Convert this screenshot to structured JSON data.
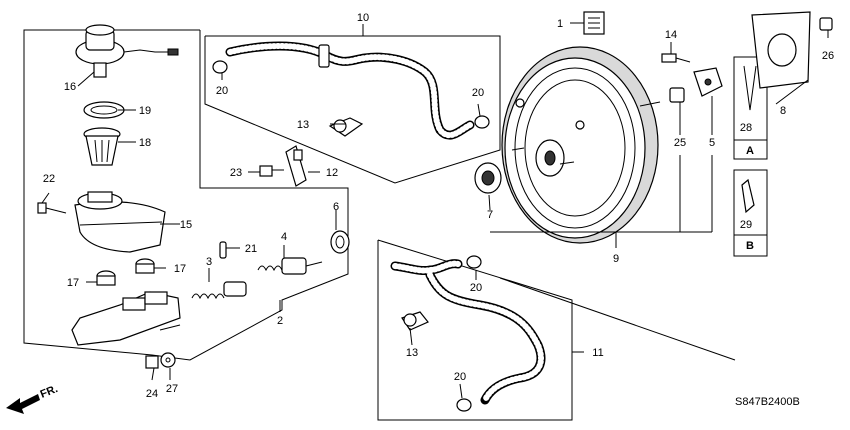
{
  "diagram_code": "S847B2400B",
  "front_arrow_label": "FR.",
  "key_letters": {
    "a": "A",
    "b": "B"
  },
  "callouts": {
    "c1": "1",
    "c2": "2",
    "c3": "3",
    "c4": "4",
    "c5": "5",
    "c6": "6",
    "c7": "7",
    "c8": "8",
    "c9": "9",
    "c10": "10",
    "c11": "11",
    "c12": "12",
    "c13a": "13",
    "c13b": "13",
    "c14": "14",
    "c15": "15",
    "c16": "16",
    "c17a": "17",
    "c17b": "17",
    "c18": "18",
    "c19": "19",
    "c20a": "20",
    "c20b": "20",
    "c20c": "20",
    "c20d": "20",
    "c21": "21",
    "c22": "22",
    "c23": "23",
    "c24": "24",
    "c25": "25",
    "c26": "26",
    "c27": "27",
    "c28": "28",
    "c29": "29"
  }
}
